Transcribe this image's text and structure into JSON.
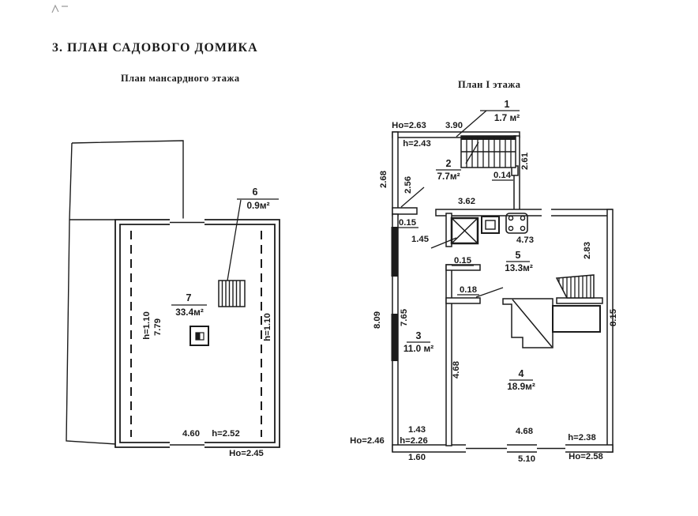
{
  "page": {
    "title": "3. ПЛАН САДОВОГО ДОМИКА"
  },
  "attic": {
    "title": "План мансардного этажа",
    "room7_number": "7",
    "room7_area": "33.4м²",
    "room6_number": "6",
    "room6_area": "0.9м²",
    "h_left": "h=1.10",
    "len_left": "7.79",
    "h_right": "h=1.10",
    "len_bottom": "4.60",
    "h_bottom": "h=2.52",
    "ho_bottom": "Но=2.45"
  },
  "floor1": {
    "title": "План I этажа",
    "room1_number": "1",
    "room1_area": "1.7 м²",
    "room2_number": "2",
    "room2_area": "7.7м²",
    "room3_number": "3",
    "room3_area": "11.0 м²",
    "room4_number": "4",
    "room4_area": "18.9м²",
    "room5_number": "5",
    "room5_area": "13.3м²",
    "ho_top": "Но=2.63",
    "len_top": "3.90",
    "h_room2": "h=2.43",
    "dim_left_outer_top": "2.68",
    "dim_left_inner_top": "2.56",
    "dim_right_top": "2.61",
    "dim_stair_step": "0.14",
    "dim_hall_width": "3.62",
    "dim_wall_a": "0.15",
    "dim_door_hall": "1.45",
    "dim_wall_b": "0.15",
    "dim_wall_c": "0.18",
    "dim_kitchen_len": "4.73",
    "dim_kitchen_right": "2.83",
    "dim_left_outer": "8.09",
    "dim_left_inner": "7.65",
    "dim_corridor_wall": "4.68",
    "dim_right_outer": "8.15",
    "dim_corridor_width": "1.43",
    "h_corridor": "h=2.26",
    "ho_bottom_left": "Но=2.46",
    "len_bottom_left": "1.60",
    "dim_room4_len": "4.68",
    "h_room4": "h=2.38",
    "len_bottom_right": "5.10",
    "ho_bottom_right": "Но=2.58"
  }
}
